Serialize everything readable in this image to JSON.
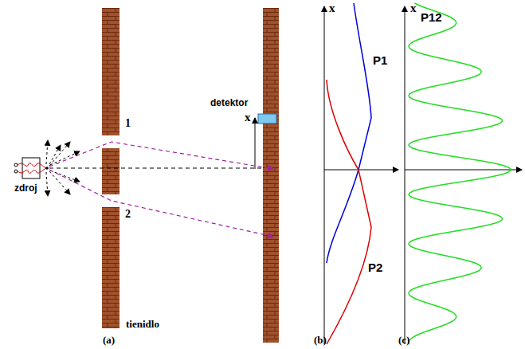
{
  "diagram": {
    "labels": [
      "x",
      "detektor",
      "1",
      "2",
      "P1",
      "P2",
      "P12",
      "x",
      "x",
      "zdroj",
      "tienidlo",
      "(a)",
      "(b)",
      "(c)"
    ]
  }
}
